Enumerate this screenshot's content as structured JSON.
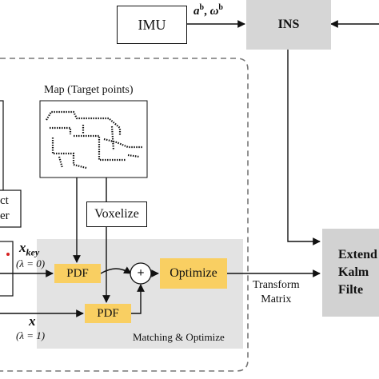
{
  "labels": {
    "imu": "IMU",
    "imu_output_a": "a",
    "imu_output_a_sup": "b",
    "imu_output_sep": ", ",
    "imu_output_w": "ω",
    "imu_output_w_sup": "b",
    "ins": "INS",
    "map_title": "Map (Target points)",
    "voxelize": "Voxelize",
    "pdf_top": "PDF",
    "pdf_bottom": "PDF",
    "plus": "+",
    "optimize": "Optimize",
    "x_key": "x",
    "x_key_sub": "key",
    "lambda0": "(λ = 0)",
    "x": "x",
    "lambda1": "(λ = 1)",
    "group_label": "Matching & Optimize",
    "transform_line1": "Transform",
    "transform_line2": "Matrix",
    "ekf_line1": "Extend",
    "ekf_line2": "Kalm",
    "ekf_line3": "Filte",
    "left_line1": "ct",
    "left_line2": "er"
  },
  "colors": {
    "optimize_fill": "#f9cf62",
    "group_fill": "#e3e3e3",
    "ins_fill": "#d6d6d6",
    "ekf_fill": "#d2d2d2",
    "dashed_border": "#777777",
    "red_dot": "#d62020"
  }
}
